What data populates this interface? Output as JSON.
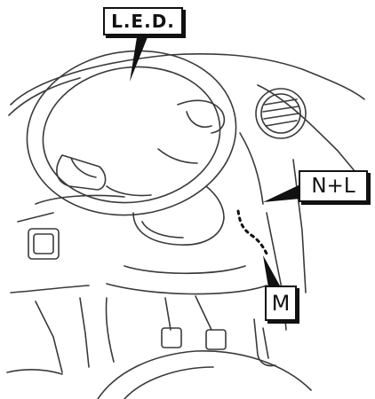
{
  "labels": {
    "led": "L.E.D.",
    "nl": "N+L",
    "m": "M"
  },
  "colors": {
    "line": "#3a3a3a",
    "label_border": "#111111",
    "background": "#ffffff"
  }
}
